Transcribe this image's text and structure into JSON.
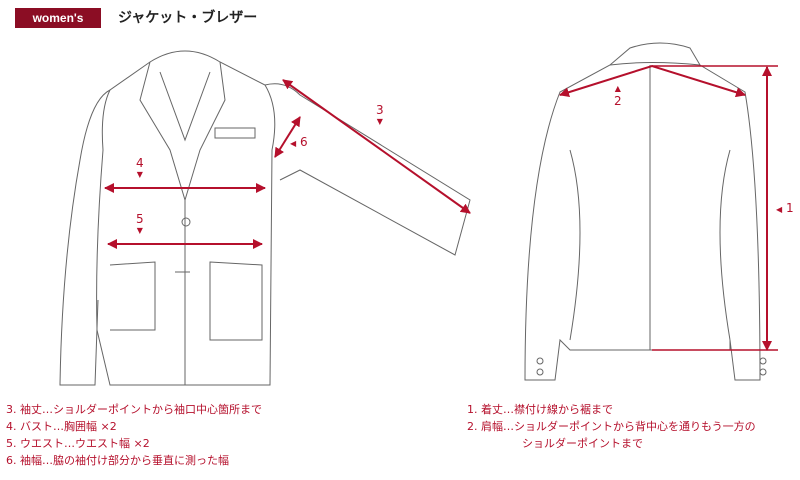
{
  "header": {
    "badge": "women's",
    "title": "ジャケット・ブレザー"
  },
  "colors": {
    "accent": "#b5102c",
    "badge": "#8b0d24",
    "line": "#666666"
  },
  "front_labels": {
    "m3": "3",
    "m4": "4",
    "m5": "5",
    "m6": "6"
  },
  "back_labels": {
    "m1": "1",
    "m2": "2"
  },
  "markers": {
    "down": "▼",
    "up": "▲",
    "left": "◀"
  },
  "front_notes": [
    "3. 袖丈…ショルダーポイントから袖口中心箇所まで",
    "4. バスト…胸囲幅 ×2",
    "5. ウエスト…ウエスト幅 ×2",
    "6. 袖幅…脇の袖付け部分から垂直に測った幅"
  ],
  "back_notes": [
    "1. 着丈…襟付け線から裾まで",
    "2. 肩幅…ショルダーポイントから背中心を通りもう一方の",
    "ショルダーポイントまで"
  ]
}
